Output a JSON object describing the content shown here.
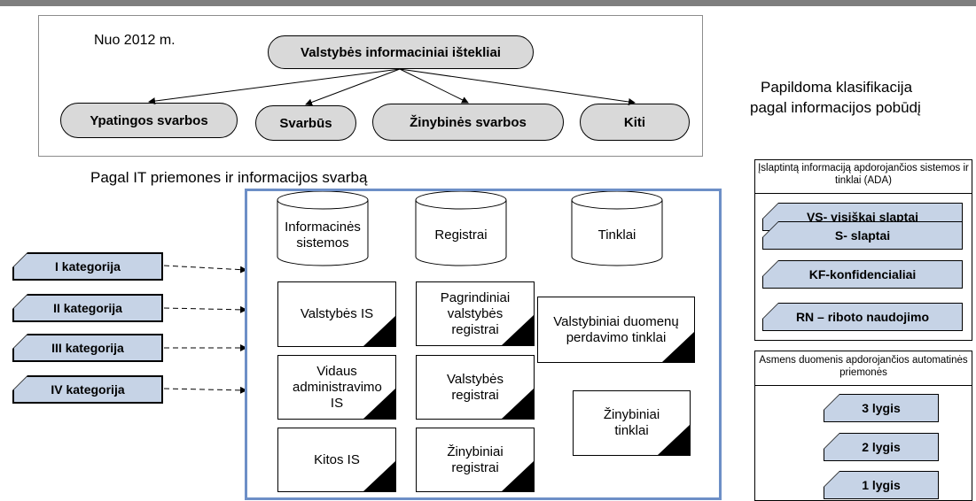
{
  "top": {
    "since_label": "Nuo 2012 m.",
    "root": "Valstybės informaciniai ištekliai",
    "children": [
      "Ypatingos svarbos",
      "Svarbūs",
      "Žinybinės svarbos",
      "Kiti"
    ]
  },
  "section_title": "Pagal IT priemones ir informacijos svarbą",
  "categories": [
    "I kategorija",
    "II kategorija",
    "III kategorija",
    "IV kategorija"
  ],
  "cylinders": [
    {
      "label": "Informacinės sistemos"
    },
    {
      "label": "Registrai"
    },
    {
      "label": "Tinklai"
    }
  ],
  "is_boxes": [
    "Valstybės IS",
    "Vidaus administravimo IS",
    "Kitos IS"
  ],
  "registry_boxes": [
    "Pagrindiniai valstybės registrai",
    "Valstybės registrai",
    "Žinybiniai registrai"
  ],
  "network_boxes": [
    "Valstybiniai duomenų perdavimo tinklai",
    "Žinybiniai tinklai"
  ],
  "right": {
    "title_line1": "Papildoma klasifikacija",
    "title_line2": "pagal informacijos pobūdį",
    "ada_header": "Įslaptintą informaciją apdorojančios sistemos ir tinklai (ADA)",
    "ada_items": [
      "VS- visiškai slaptai",
      "S- slaptai",
      "KF-konfidencialiai",
      "RN – riboto naudojimo"
    ],
    "personal_header": "Asmens duomenis apdorojančios automatinės priemonės",
    "personal_items": [
      "3 lygis",
      "2 lygis",
      "1 lygis"
    ]
  },
  "colors": {
    "shape_fill": "#c6d3e6",
    "oval_fill": "#d9d9d9",
    "frame": "#6d8fc7"
  }
}
